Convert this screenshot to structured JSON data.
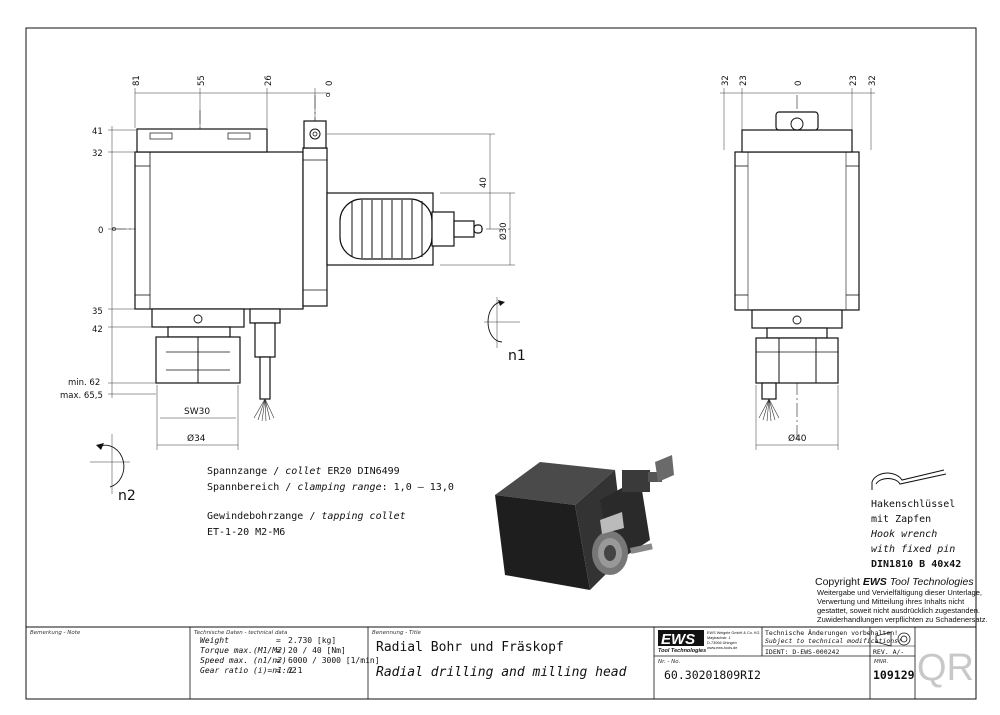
{
  "front_view": {
    "dims_top": [
      "81",
      "55",
      "26",
      "0"
    ],
    "dims_left": [
      "41",
      "32",
      "0",
      "35",
      "42"
    ],
    "dims_right": [
      "40",
      "Ø30"
    ],
    "min_label": "min. 62",
    "max_label": "max. 65,5",
    "sw_label": "SW30",
    "dia_label": "Ø34",
    "n1_label": "n1",
    "n2_label": "n2"
  },
  "side_view": {
    "dims_top": [
      "32",
      "23",
      "0",
      "23",
      "32"
    ],
    "dia_label": "Ø40"
  },
  "notes": {
    "collet_line": {
      "de": "Spannzange / ",
      "en": "collet",
      "value": "  ER20   DIN6499"
    },
    "range_line": {
      "de": "Spannbereich / ",
      "en": "clamping range",
      "value": ": 1,0 – 13,0"
    },
    "tap_line": {
      "de": "Gewindebohrzange / ",
      "en": "tapping collet"
    },
    "tap_value": "ET-1-20   M2-M6"
  },
  "wrench": {
    "line1": "Hakenschlüssel",
    "line2": "mit Zapfen",
    "line3": "Hook wrench",
    "line4": "with fixed pin",
    "line5": "DIN1810 B 40x42"
  },
  "copyright": {
    "prefix": "Copyright ",
    "brand": "EWS",
    "suffix": " Tool Technologies",
    "lines": [
      "Weitergabe und Vervielfältigung dieser Unterlage,",
      "Verwertung und Mitteilung ihres Inhalts nicht",
      "gestattet, soweit nicht ausdrücklich zugestanden.",
      "Zuwiderhandlungen verpflichten zu Schadenersatz."
    ]
  },
  "title_block": {
    "note_label": "Bemerkung - Note",
    "tech_label": "Technische Daten - technical data",
    "name_label": "Benennung - Title",
    "rows": [
      {
        "label": "Weight",
        "eq": "=",
        "value": "2.730 [kg]"
      },
      {
        "label": "Torque max.(M1/M2)",
        "eq": "=",
        "value": "20 / 40 [Nm]"
      },
      {
        "label": "Speed max. (n1/n2)",
        "eq": "=",
        "value": "6000 / 3000 [1/min]"
      },
      {
        "label": "Gear ratio  (i)=n1:n2",
        "eq": "=",
        "value": "2:1"
      }
    ],
    "title_de": "Radial Bohr und Fräskopf",
    "title_en": "Radial drilling and milling head",
    "logo": "EWS",
    "logo_sub": "Tool Technologies",
    "company_lines": [
      "EWS Weigele GmbH & Co. KG",
      "Maybachstr. 1",
      "D-73066 Uhingen",
      "www.ews-tools.de"
    ],
    "change_de": "Technische Änderungen vorbehalten!",
    "change_en": "Subject to technical modifications!",
    "ident": "IDENT:   D-EWS-000242",
    "rev": "REV.  A/-",
    "nr_label": "Nr. - No.",
    "part_number": "60.30201809RI2",
    "mnr_label": "MNR.",
    "mnr": "109129",
    "qr": "QR"
  }
}
